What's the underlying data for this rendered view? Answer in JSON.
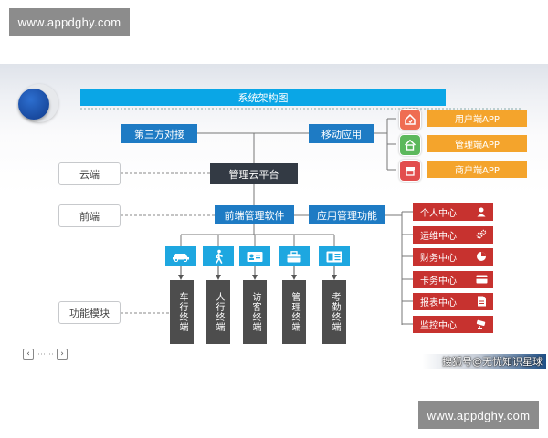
{
  "watermark_top": "www.appdghy.com",
  "watermark_bottom": "www.appdghy.com",
  "title": "系统架构图",
  "third_party": "第三方对接",
  "mobile_app": "移动应用",
  "cloud_platform": "管理云平台",
  "frontend_software": "前端管理软件",
  "app_features": "应用管理功能",
  "left_labels": {
    "cloud": "云端",
    "front": "前端",
    "modules": "功能模块"
  },
  "apps": [
    {
      "label": "用户端APP",
      "icon": "home-icon",
      "color": "#ef6d52"
    },
    {
      "label": "管理端APP",
      "icon": "home-icon",
      "color": "#5cb85c"
    },
    {
      "label": "商户端APP",
      "icon": "shop-icon",
      "color": "#e24d4d"
    }
  ],
  "features": [
    {
      "label": "个人中心",
      "icon": "user-icon"
    },
    {
      "label": "运维中心",
      "icon": "gears-icon"
    },
    {
      "label": "财务中心",
      "icon": "pie-chart-icon"
    },
    {
      "label": "卡务中心",
      "icon": "card-icon"
    },
    {
      "label": "报表中心",
      "icon": "document-icon"
    },
    {
      "label": "监控中心",
      "icon": "camera-icon"
    }
  ],
  "terminals": [
    {
      "label": "车行终端",
      "icon": "car-icon"
    },
    {
      "label": "人行终端",
      "icon": "walker-icon"
    },
    {
      "label": "访客终端",
      "icon": "id-card-icon"
    },
    {
      "label": "管理终端",
      "icon": "briefcase-icon"
    },
    {
      "label": "考勤终端",
      "icon": "ledger-icon"
    }
  ],
  "source_caption": "搜狐号@无忧知识星球",
  "nav": {
    "prev": "‹",
    "next": "›"
  },
  "colors": {
    "primary_blue": "#1e7bc4",
    "dark": "#333a44",
    "orange": "#f4a42c",
    "red": "#c7322f",
    "icon_blue": "#1ea7e0",
    "title_bar": "#0aa6e6"
  }
}
